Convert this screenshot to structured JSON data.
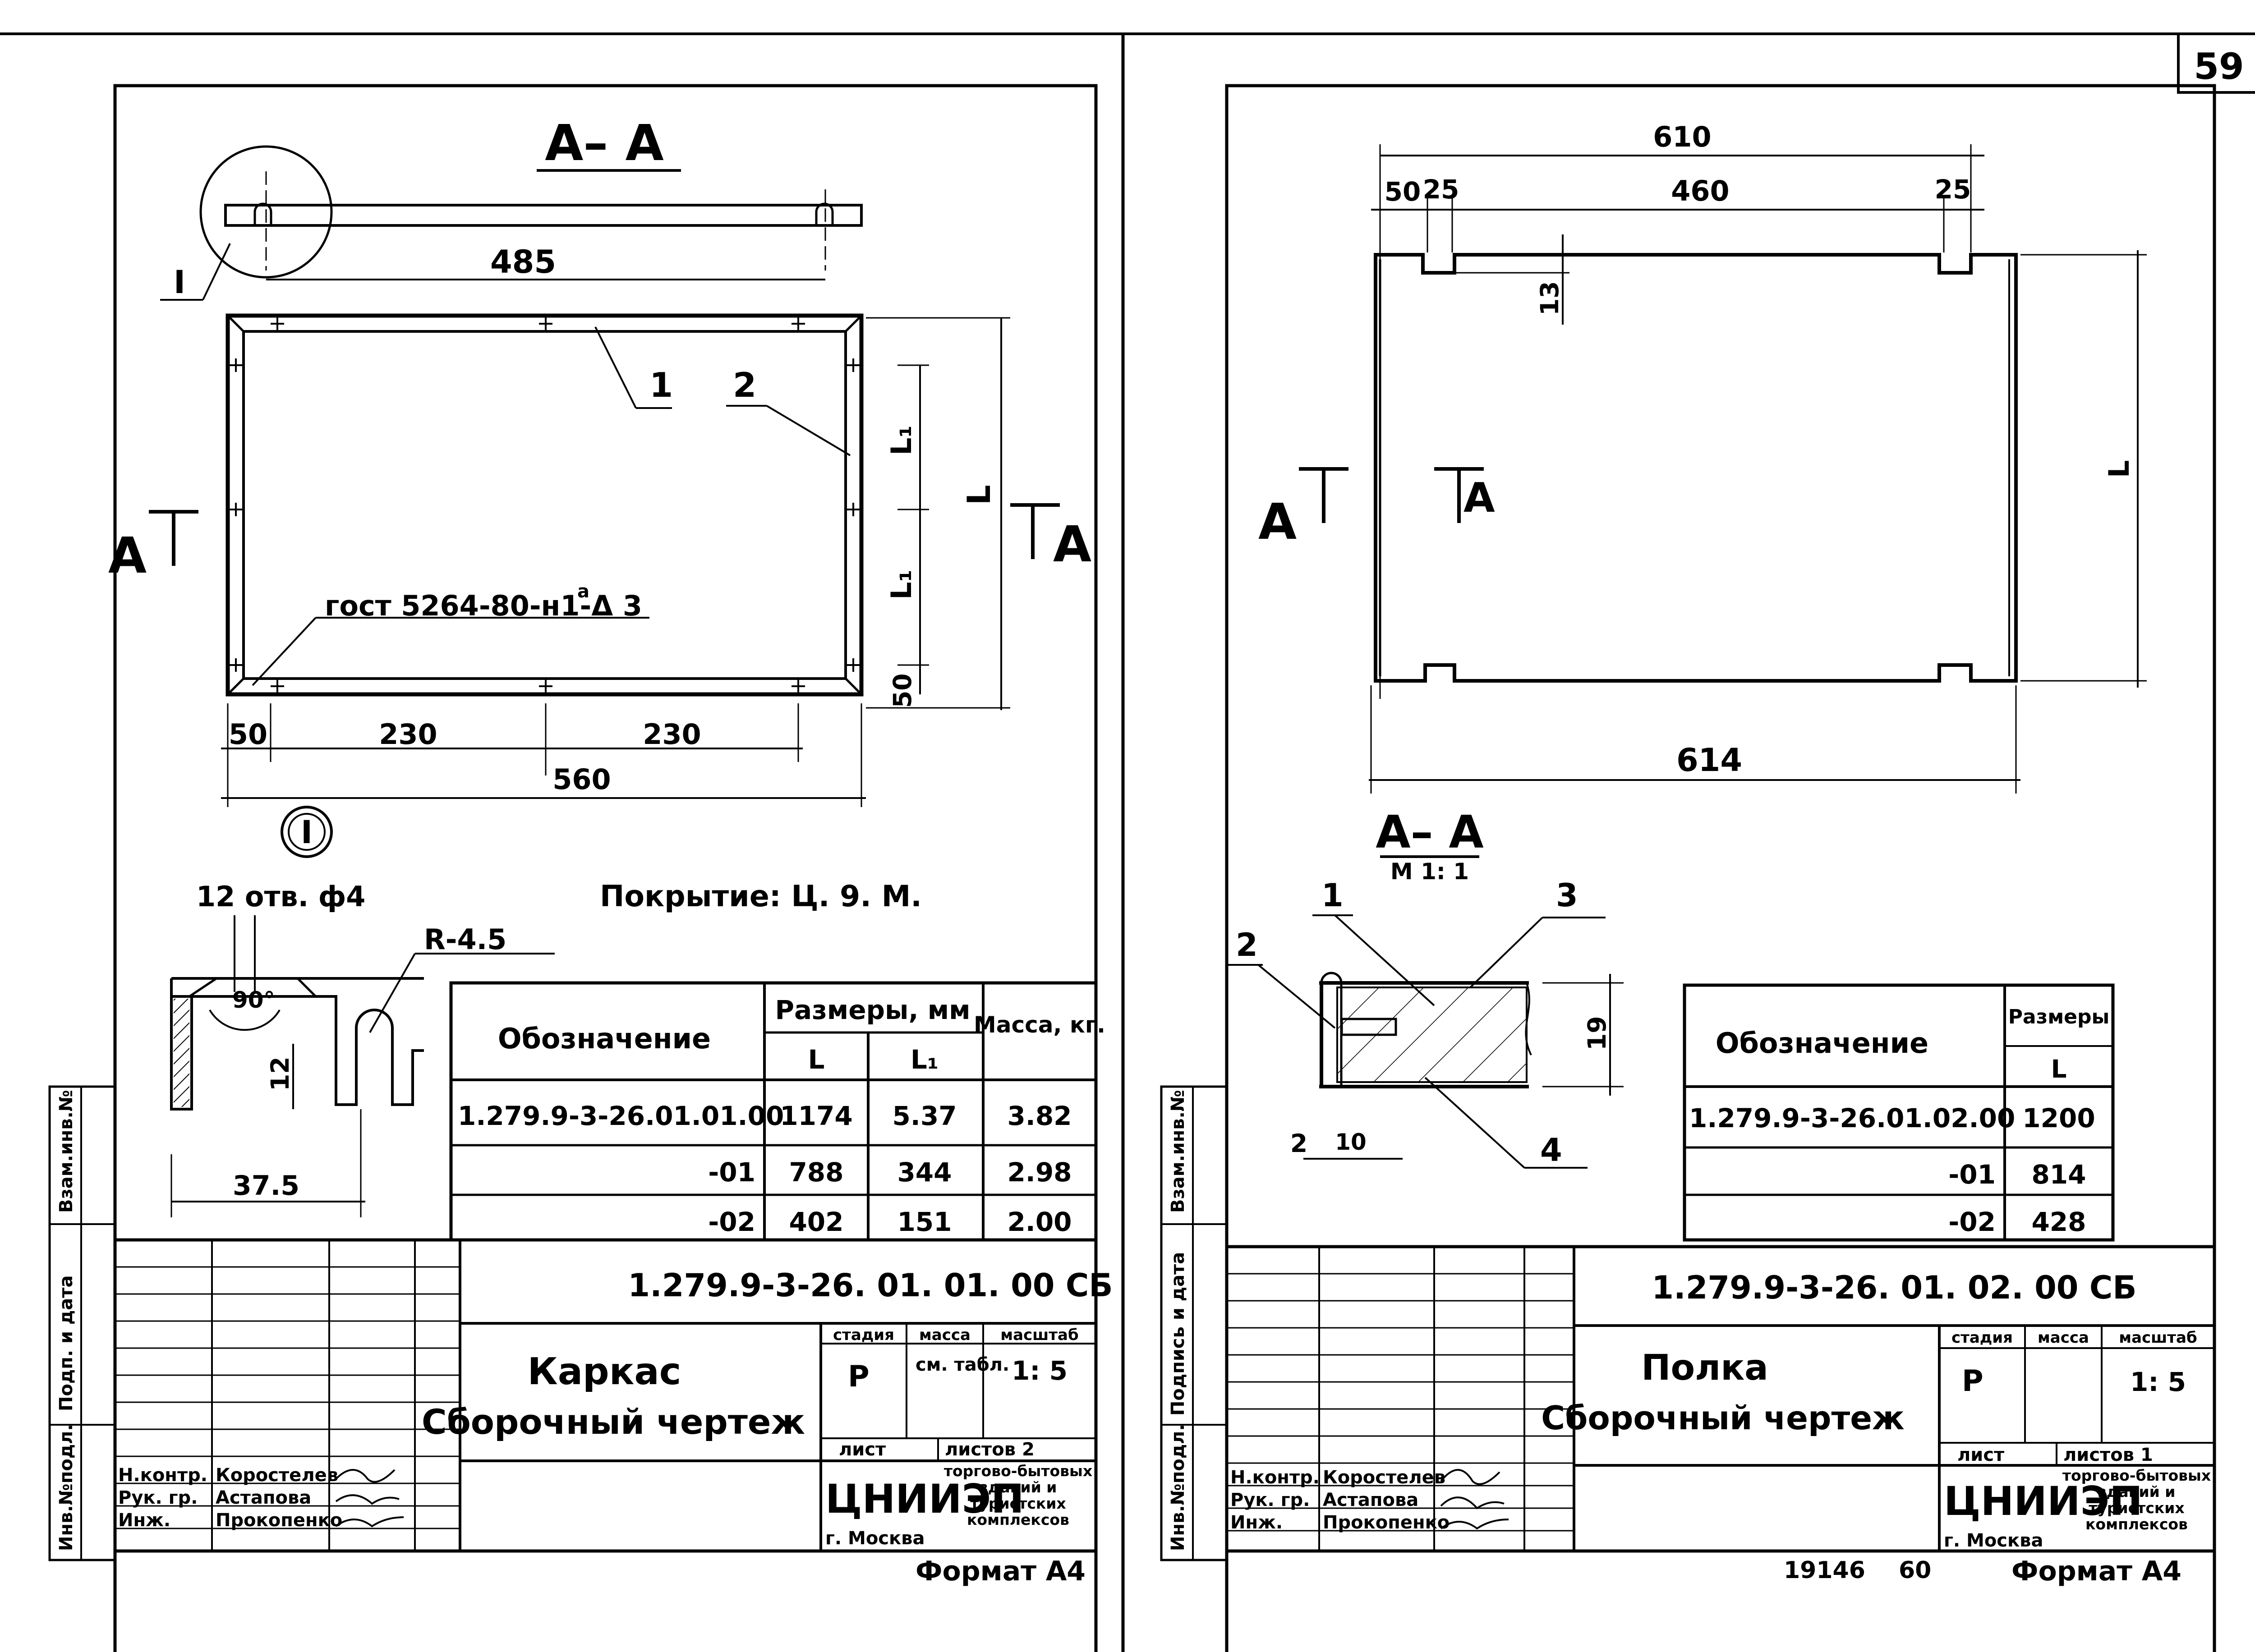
{
  "page_number": "59",
  "archive_number": "19146",
  "sheet_ref": "60",
  "left_sheet": {
    "section_label": "А– А",
    "detail_marker": "I",
    "dims": {
      "d485": "485",
      "d50": "50",
      "d230a": "230",
      "d230b": "230",
      "d560": "560",
      "dL": "L",
      "dL1a": "L₁",
      "dL1b": "L₁",
      "d50v": "50",
      "d12otv": "12 отв. ф4",
      "dR": "R-4.5",
      "d90": "90°",
      "d12": "12",
      "d37": "37.5"
    },
    "section_arrows": {
      "left": "А",
      "right": "А"
    },
    "callouts": {
      "c1": "1",
      "c2": "2"
    },
    "weld_note": "гост 5264-80-н1-Δ 3",
    "weld_sup": "а",
    "coating": "Покрытие:  Ц. 9. М.",
    "table": {
      "h_designation": "Обозначение",
      "h_sizes": "Размеры, мм",
      "h_mass": "Масса, кг.",
      "h_L": "L",
      "h_L1": "L₁",
      "rows": [
        {
          "des": "1.279.9-3-26.01.01.00",
          "L": "1174",
          "L1": "5.37",
          "m": "3.82"
        },
        {
          "des": "-01",
          "L": "788",
          "L1": "344",
          "m": "2.98"
        },
        {
          "des": "-02",
          "L": "402",
          "L1": "151",
          "m": "2.00"
        }
      ]
    },
    "title_block": {
      "code": "1.279.9-3-26. 01. 01. 00 СБ",
      "name1": "Каркас",
      "name2": "Сборочный чертеж",
      "h_stage": "стадия",
      "h_mass": "масса",
      "h_scale": "масштаб",
      "stage": "Р",
      "mass": "см. табл.",
      "scale": "1: 5",
      "sheet": "лист",
      "sheets": "листов 2",
      "org": "ЦНИИЭП",
      "city": "г. Москва",
      "org_desc": "торгово-бытовых зданий и туристских комплексов",
      "people": [
        {
          "role": "Н.контр.",
          "name": "Коростелев"
        },
        {
          "role": "Рук. гр.",
          "name": "Астапова"
        },
        {
          "role": "Инж.",
          "name": "Прокопенко"
        }
      ],
      "format": "Формат А4"
    },
    "side_labels": [
      "Инв.№подл.",
      "Подп. и дата",
      "Взам.инв.№"
    ]
  },
  "right_sheet": {
    "dims": {
      "d610": "610",
      "d50": "50",
      "d25a": "25",
      "d460": "460",
      "d25b": "25",
      "d13": "13",
      "dL": "L",
      "d614": "614",
      "d19": "19",
      "d2": "2",
      "d10": "10"
    },
    "section_arrows": {
      "left": "А",
      "right": "А"
    },
    "section_label": "А– А",
    "section_scale": "М 1: 1",
    "callouts": {
      "c1": "1",
      "c2": "2",
      "c3": "3",
      "c4": "4"
    },
    "table": {
      "h_designation": "Обозначение",
      "h_sizes": "Размеры",
      "h_L": "L",
      "rows": [
        {
          "des": "1.279.9-3-26.01.02.00",
          "L": "1200"
        },
        {
          "des": "-01",
          "L": "814"
        },
        {
          "des": "-02",
          "L": "428"
        }
      ]
    },
    "title_block": {
      "code": "1.279.9-3-26. 01. 02. 00 СБ",
      "name1": "Полка",
      "name2": "Сборочный чертеж",
      "h_stage": "стадия",
      "h_mass": "масса",
      "h_scale": "масштаб",
      "stage": "Р",
      "mass": "",
      "scale": "1: 5",
      "sheet": "лист",
      "sheets": "листов 1",
      "org": "ЦНИИЭП",
      "city": "г. Москва",
      "org_desc": "торгово-бытовых зданий и туристских комплексов",
      "people": [
        {
          "role": "Н.контр.",
          "name": "Коростелев"
        },
        {
          "role": "Рук. гр.",
          "name": "Астапова"
        },
        {
          "role": "Инж.",
          "name": "Прокопенко"
        }
      ],
      "format": "Формат А4"
    },
    "side_labels": [
      "Инв.№подл.",
      "Подпись и дата",
      "Взам.инв.№"
    ]
  }
}
